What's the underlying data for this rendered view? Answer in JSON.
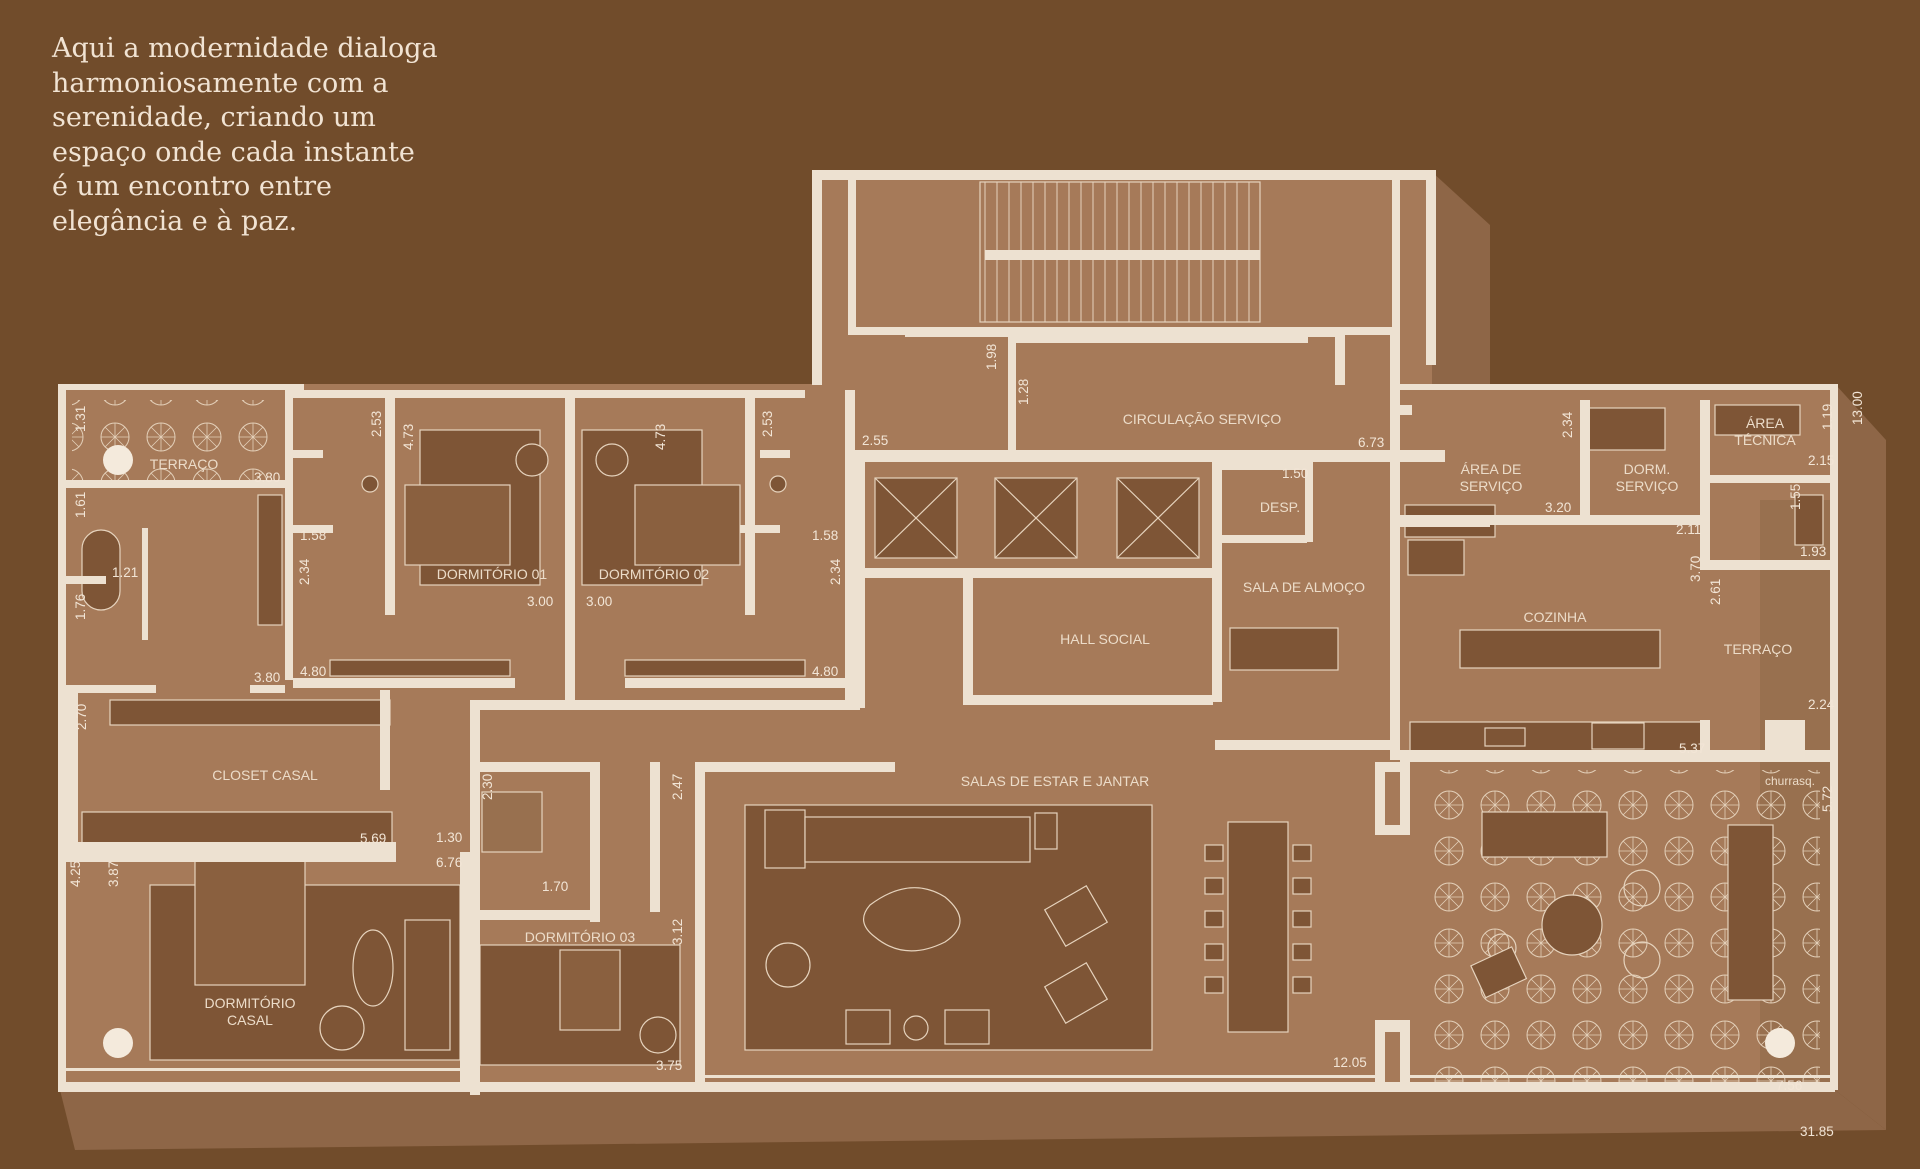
{
  "intro": {
    "lines": [
      "Aqui a modernidade dialoga",
      "harmoniosamente com a",
      "serenidade, criando um",
      "espaço onde cada instante",
      "é um encontro entre",
      "elegância e à paz."
    ]
  },
  "colors": {
    "background": "#714c2b",
    "floor": "#a67a59",
    "floor_dark": "#98704f",
    "furniture": "#7e5536",
    "walls": "#ede1d1",
    "text": "#f1e3d3"
  },
  "rooms": {
    "terraco_left": "TERRAÇO",
    "dormitorio_01": "DORMITÓRIO 01",
    "dormitorio_02": "DORMITÓRIO 02",
    "closet_casal": "CLOSET CASAL",
    "dormitorio_casal_1": "DORMITÓRIO",
    "dormitorio_casal_2": "CASAL",
    "dormitorio_03": "DORMITÓRIO 03",
    "circulacao_servico": "CIRCULAÇÃO SERVIÇO",
    "hall_social": "HALL SOCIAL",
    "desp": "DESP.",
    "sala_almoco": "SALA DE ALMOÇO",
    "area_servico_1": "ÁREA DE",
    "area_servico_2": "SERVIÇO",
    "dorm_servico_1": "DORM.",
    "dorm_servico_2": "SERVIÇO",
    "area_tecnica_1": "ÁREA",
    "area_tecnica_2": "TÉCNICA",
    "cozinha": "COZINHA",
    "terraco_right": "TERRAÇO",
    "salas_estar_jantar": "SALAS DE ESTAR E JANTAR",
    "churrasq": "churrasq."
  },
  "dims": {
    "d_1_31": "1.31",
    "d_3_80a": "3.80",
    "d_1_61": "1.61",
    "d_1_21": "1.21",
    "d_1_76": "1.76",
    "d_3_80b": "3.80",
    "d_2_53a": "2.53",
    "d_4_73a": "4.73",
    "d_1_58a": "1.58",
    "d_2_34a": "2.34",
    "d_4_80a": "4.80",
    "d_3_00a": "3.00",
    "d_4_73b": "4.73",
    "d_2_53b": "2.53",
    "d_1_58b": "1.58",
    "d_3_00b": "3.00",
    "d_2_34b": "2.34",
    "d_4_80b": "4.80",
    "d_1_98": "1.98",
    "d_1_28": "1.28",
    "d_2_55": "2.55",
    "d_6_73": "6.73",
    "d_1_50": "1.50",
    "d_2_34c": "2.34",
    "d_3_20": "3.20",
    "d_2_11": "2.11",
    "d_1_19": "1.19",
    "d_13_00": "13.00",
    "d_2_15": "2.15",
    "d_1_55": "1.55",
    "d_1_93": "1.93",
    "d_3_70": "3.70",
    "d_2_61": "2.61",
    "d_2_24": "2.24",
    "d_5_37": "5.37",
    "d_2_70": "2.70",
    "d_5_69": "5.69",
    "d_1_30": "1.30",
    "d_6_76": "6.76",
    "d_2_30": "2.30",
    "d_2_47": "2.47",
    "d_1_70": "1.70",
    "d_4_25": "4.25",
    "d_3_87": "3.87",
    "d_3_12": "3.12",
    "d_3_75": "3.75",
    "d_12_05": "12.05",
    "d_5_72": "5.72",
    "d_7_56": "7.56",
    "d_31_85": "31.85"
  }
}
